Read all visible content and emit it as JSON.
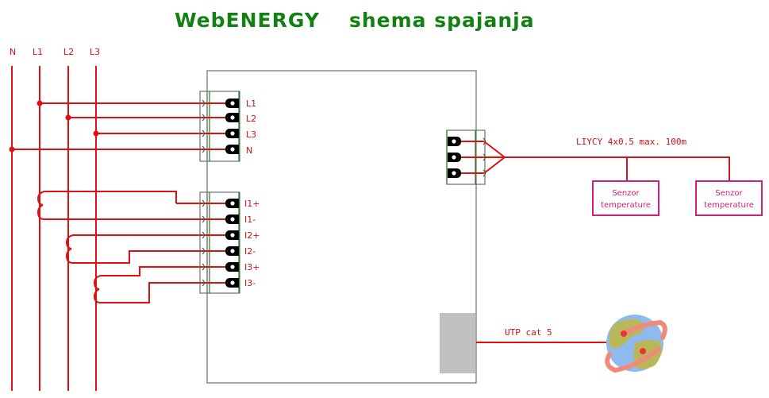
{
  "title": {
    "brand": "WebENERGY",
    "subtitle": "shema spajanja"
  },
  "bus_lines": [
    {
      "id": "N",
      "label": "N"
    },
    {
      "id": "L1",
      "label": "L1"
    },
    {
      "id": "L2",
      "label": "L2"
    },
    {
      "id": "L3",
      "label": "L3"
    }
  ],
  "voltage_terminals": [
    {
      "label": "L1"
    },
    {
      "label": "L2"
    },
    {
      "label": "L3"
    },
    {
      "label": "N"
    }
  ],
  "current_terminals": [
    {
      "label": "I1+"
    },
    {
      "label": "I1-"
    },
    {
      "label": "I2+"
    },
    {
      "label": "I2-"
    },
    {
      "label": "I3+"
    },
    {
      "label": "I3-"
    }
  ],
  "temperature_bus": {
    "cable_label": "LIYCY  4x0.5  max. 100m",
    "sensors": [
      {
        "line1": "Senzor",
        "line2": "temperature"
      },
      {
        "line1": "Senzor",
        "line2": "temperature"
      }
    ]
  },
  "network": {
    "cable_label": "UTP  cat  5",
    "icon": "globe-network-icon"
  },
  "colors": {
    "title": "#138013",
    "wire": "#e01010",
    "sensor": "#d0207a",
    "device_outline": "#6e6e6e",
    "terminal_strip": "#1f7a1f",
    "ethernet_port": "#c0c0c0"
  }
}
